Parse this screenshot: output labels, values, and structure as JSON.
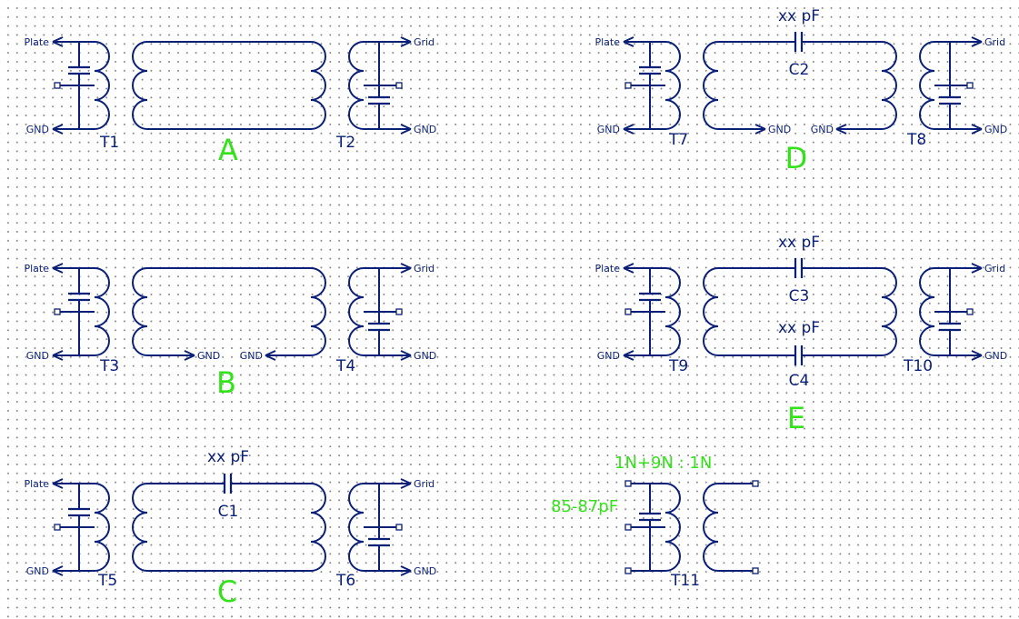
{
  "colors": {
    "wire": "#0a1f78",
    "section_label": "#33e21a",
    "grid_dot": "#8a8a8a",
    "background": "#ffffff"
  },
  "terminals": {
    "plate": "Plate",
    "grid": "Grid",
    "gnd": "GND"
  },
  "sections": [
    {
      "letter": "A",
      "left": "T1",
      "right": "T2"
    },
    {
      "letter": "B",
      "left": "T3",
      "right": "T4"
    },
    {
      "letter": "C",
      "left": "T5",
      "right": "T6",
      "capacitor": {
        "ref": "C1",
        "value": "xx  pF"
      }
    },
    {
      "letter": "D",
      "left": "T7",
      "right": "T8",
      "capacitor": {
        "ref": "C2",
        "value": "xx  pF"
      }
    },
    {
      "letter": "E",
      "left": "T9",
      "right": "T10",
      "capacitor_top": {
        "ref": "C3",
        "value": "xx  pF"
      },
      "capacitor_bottom": {
        "ref": "C4",
        "value": "xx  pF"
      }
    }
  ],
  "transformer": {
    "ref": "T11",
    "ratio": "1N+9N : 1N",
    "cap_range": "85-87pF"
  }
}
